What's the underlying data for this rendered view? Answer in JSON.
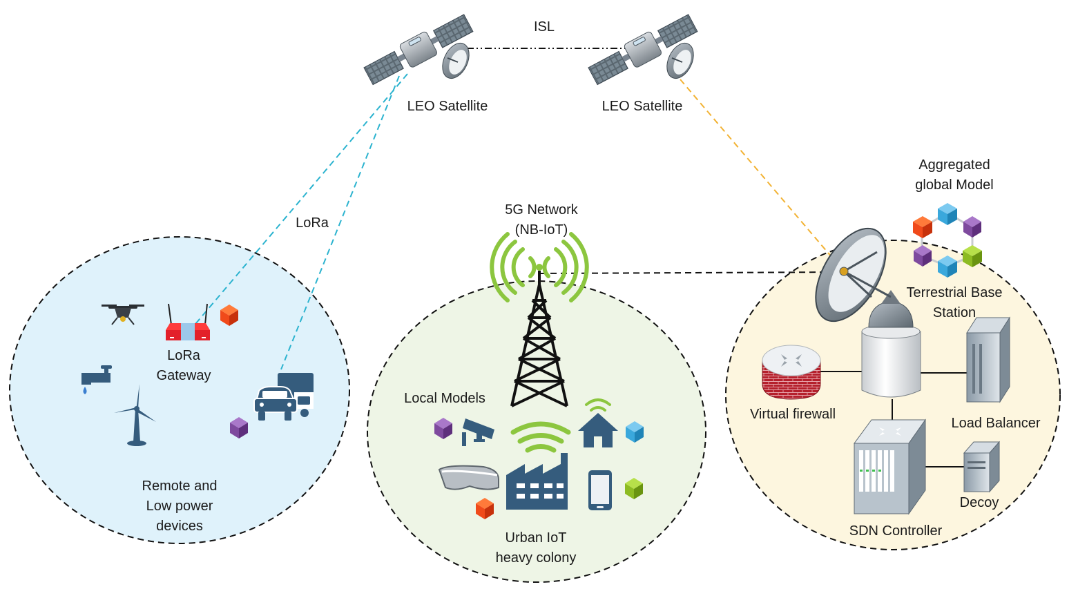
{
  "labels": {
    "isl": "ISL",
    "leo_left": "LEO Satellite",
    "leo_right": "LEO Satellite",
    "lora": "LoRa",
    "network_5g_line1": "5G Network",
    "network_5g_line2": "(NB-IoT)",
    "aggregated_line1": "Aggregated",
    "aggregated_line2": "global Model",
    "base_station_line1": "Terrestrial Base",
    "base_station_line2": "Station",
    "gateway_line1": "LoRa",
    "gateway_line2": "Gateway",
    "remote_line1": "Remote and",
    "remote_line2": "Low power",
    "remote_line3": "devices",
    "local_models": "Local Models",
    "urban_line1": "Urban IoT",
    "urban_line2": "heavy colony",
    "virtual_firewall": "Virtual firewall",
    "load_balancer": "Load Balancer",
    "decoy": "Decoy",
    "sdn_controller": "SDN Controller"
  },
  "colors": {
    "remote_zone_fill": "#dff2fb",
    "urban_zone_fill": "#eef5e6",
    "base_zone_fill": "#fdf6df",
    "lora_link": "#2bb3cf",
    "satellite_ground_link": "#f2b233",
    "icon_slate": "#355c7d",
    "signal_green": "#8cc63f",
    "cube_red": "#f04a1a",
    "cube_blue": "#3aa8dc",
    "cube_purple": "#7e4a9e",
    "cube_green": "#8dbb22"
  }
}
